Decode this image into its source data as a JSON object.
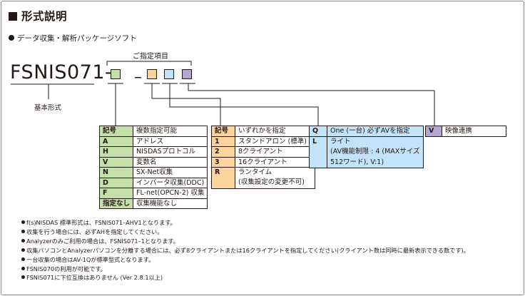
{
  "section_title": "形式説明",
  "subtitle": "データ収集・解析パッケージソフト",
  "spec_label": "ご指定項目",
  "model_prefix": "FSNIS071-",
  "model_sep": "–",
  "base_label": "基本形式",
  "colors": {
    "green": "#c5dfa8",
    "orange": "#fbd49b",
    "blue": "#c2e3f8",
    "purple": "#b2a7d2"
  },
  "table_green": {
    "header": [
      "記号",
      "複数指定可能"
    ],
    "rows": [
      [
        "A",
        "アドレス"
      ],
      [
        "H",
        "NISDASプロトコル"
      ],
      [
        "V",
        "変数名"
      ],
      [
        "N",
        "SX-Net収集"
      ],
      [
        "D",
        "インバータ収集(DDC)"
      ],
      [
        "F",
        "FL-net(OPCN-2) 収集"
      ],
      [
        "指定なし",
        "収集機能なし"
      ]
    ]
  },
  "table_orange": {
    "header": [
      "記号",
      "いずれかを指定"
    ],
    "rows": [
      [
        "1",
        "スタンドアロン (標準)"
      ],
      [
        "2",
        "8クライアント"
      ],
      [
        "3",
        "16クライアント"
      ],
      [
        "R",
        "ランタイム"
      ]
    ],
    "r_note": "(収集設定の変更不可)"
  },
  "table_blue": {
    "rows": [
      [
        "Q",
        "One (一台) 必ずAVを指定"
      ],
      [
        "L",
        "ライト"
      ]
    ],
    "l_lines": [
      "(AV機能制限 : 4 (MAXサイズ",
      "512ワード), V:1)"
    ]
  },
  "table_purple": {
    "rows": [
      [
        "V",
        "映像連携"
      ]
    ]
  },
  "notes": [
    "f(s)NISDAS 標準形式は、FSNIS071–AHV1となります。",
    "収集を行う場合には、必ずAHを指定してください。",
    "Analyzerのみご利用の場合は、FSNIS071–1となります。",
    "収集パソコンとAnalyzerパソコンを分離する場合には、必ず8クライアントまたは16クライアントを指定してください(クライアント数は同時に最新表示できる数です)。",
    "一台収集の場合はAV-1Qが標準型式となります。",
    "FSNIS070の利用が可能です。",
    "FSNIS071に下位互換はありません (Ver 2.8.1以上)"
  ]
}
